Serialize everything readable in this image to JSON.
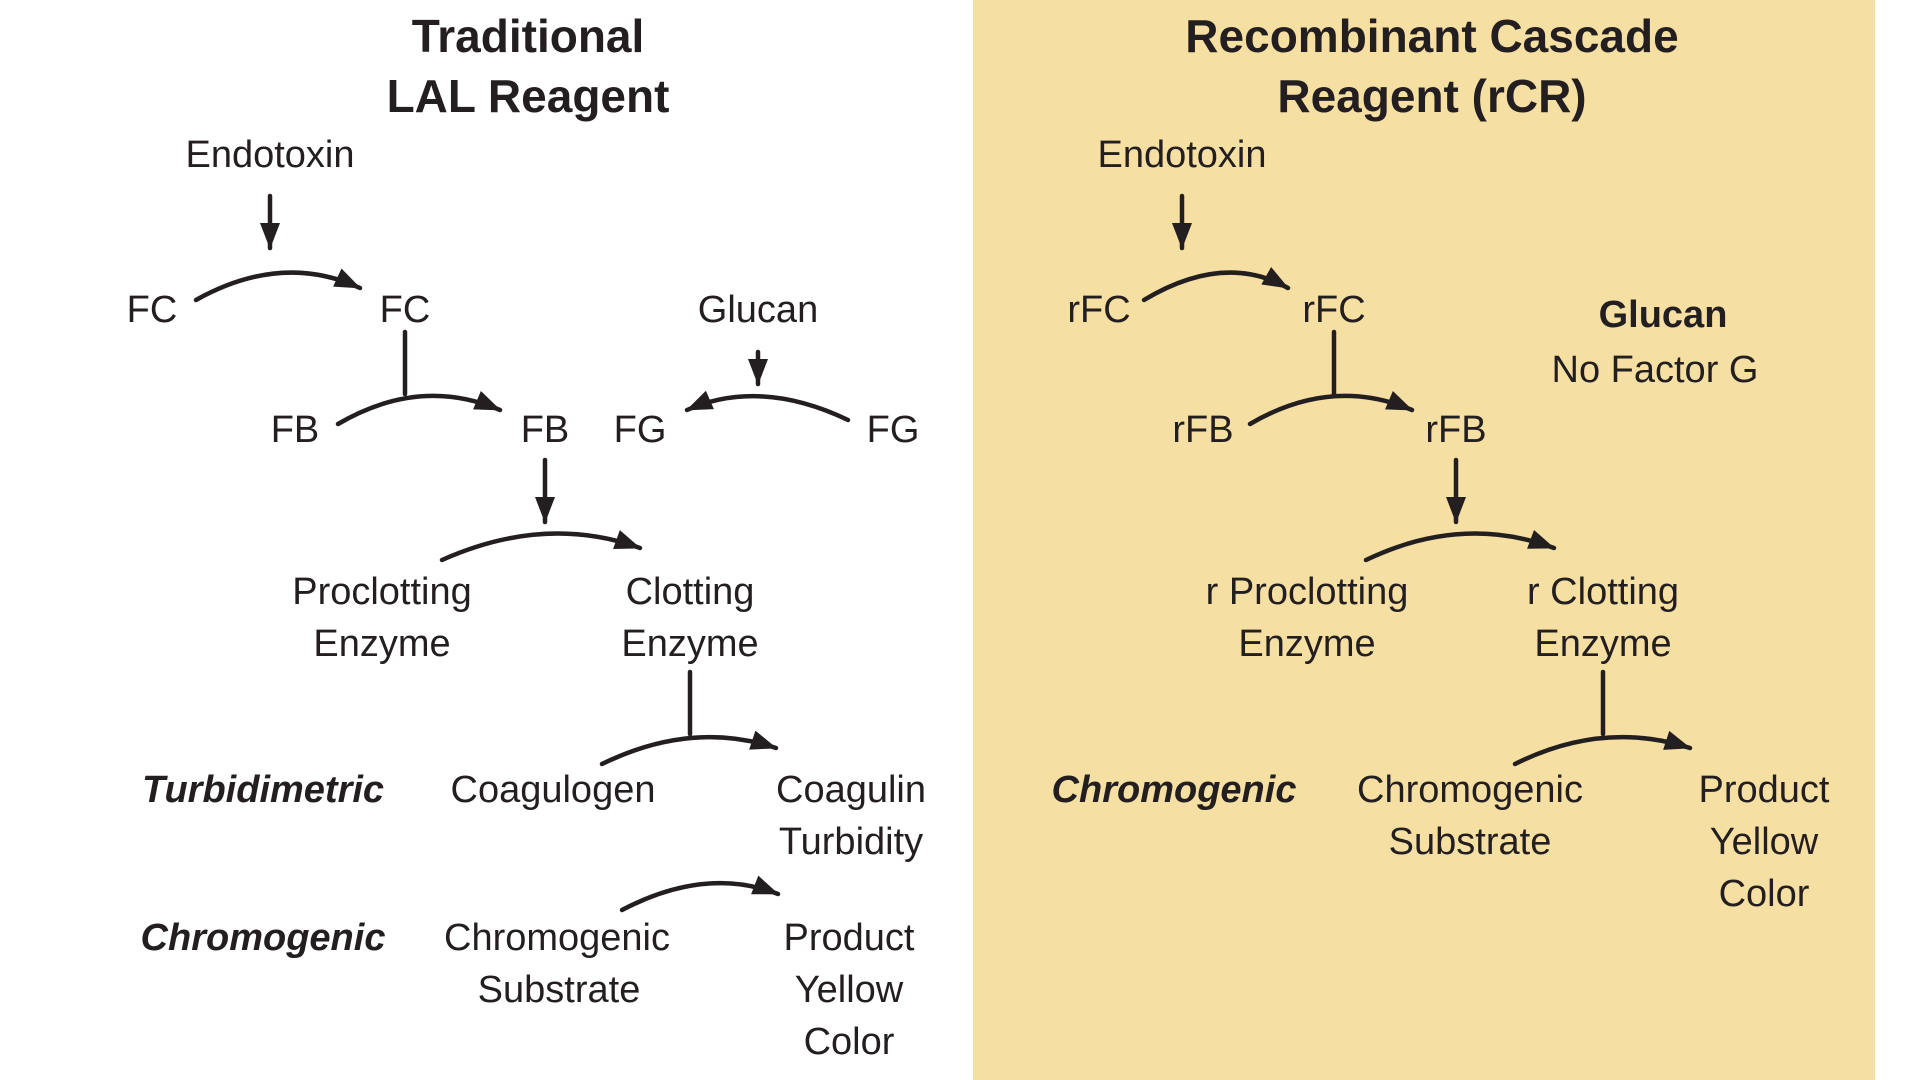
{
  "colors": {
    "panel_background": "#f6dfa3",
    "text": "#231f20",
    "arrow": "#231f20"
  },
  "left": {
    "title": [
      "Traditional",
      "LAL Reagent"
    ],
    "endotoxin": "Endotoxin",
    "fc_from": "FC",
    "fc_to": "FC",
    "fb_from": "FB",
    "fb_to": "FB",
    "glucan": "Glucan",
    "fg_to": "FG",
    "fg_from": "FG",
    "proclotting": [
      "Proclotting",
      "Enzyme"
    ],
    "clotting": [
      "Clotting",
      "Enzyme"
    ],
    "turbidimetric": "Turbidimetric",
    "coagulogen": "Coagulogen",
    "coagulin": [
      "Coagulin",
      "Turbidity"
    ],
    "chromogenic": "Chromogenic",
    "chromogenic_substrate": [
      "Chromogenic",
      "Substrate"
    ],
    "product": [
      "Product",
      "Yellow",
      "Color"
    ]
  },
  "right": {
    "title": [
      "Recombinant Cascade",
      "Reagent (rCR)"
    ],
    "endotoxin": "Endotoxin",
    "rfc_from": "rFC",
    "rfc_to": "rFC",
    "rfb_from": "rFB",
    "rfb_to": "rFB",
    "glucan": "Glucan",
    "no_factor_g": "No Factor G",
    "r_proclotting": [
      "r Proclotting",
      "Enzyme"
    ],
    "r_clotting": [
      "r Clotting",
      "Enzyme"
    ],
    "chromogenic": "Chromogenic",
    "chromogenic_substrate": [
      "Chromogenic",
      "Substrate"
    ],
    "product": [
      "Product",
      "Yellow",
      "Color"
    ]
  }
}
